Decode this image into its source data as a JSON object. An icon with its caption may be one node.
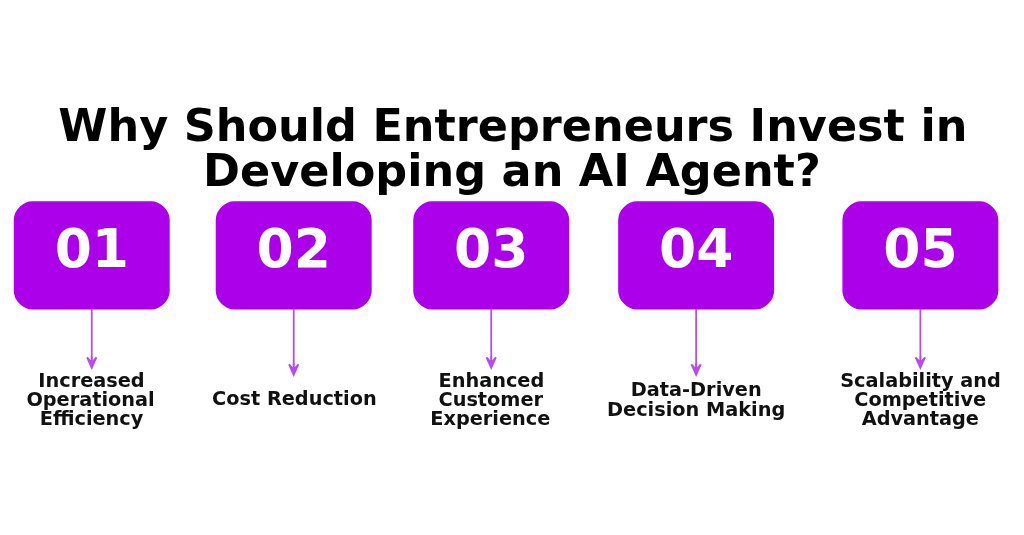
{
  "diagram": {
    "title": "Why Should Entrepreneurs Invest in Developing an AI Agent?",
    "nodes": [
      {
        "text": [
          "01"
        ]
      },
      {
        "text": [
          "02"
        ]
      },
      {
        "text": [
          "03"
        ]
      },
      {
        "text": [
          "04"
        ]
      },
      {
        "text": [
          "05"
        ]
      },
      {
        "text": [
          "Increased Operational Efficiency"
        ]
      },
      {
        "text": [
          "Cost Reduction"
        ]
      },
      {
        "text": [
          "Enhanced Customer Experience"
        ]
      },
      {
        "text": [
          "Data-Driven Decision Making"
        ]
      },
      {
        "text": [
          "Scalability and Competitive Advantage"
        ]
      }
    ],
    "edges": [
      {
        "from": 0,
        "to": 5,
        "arrow": "to"
      },
      {
        "from": 1,
        "to": 6,
        "arrow": "to"
      },
      {
        "from": 2,
        "to": 7,
        "arrow": "to"
      },
      {
        "from": 3,
        "to": 8,
        "arrow": "to"
      },
      {
        "from": 4,
        "to": 9,
        "arrow": "to"
      }
    ]
  }
}
